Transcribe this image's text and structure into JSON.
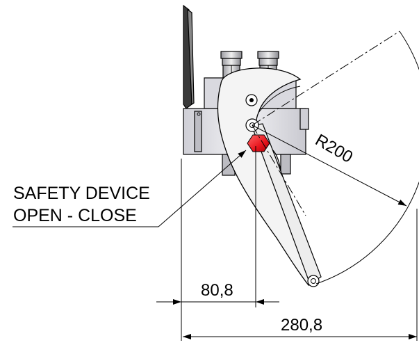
{
  "callout": {
    "line1": "SAFETY DEVICE",
    "line2": "OPEN - CLOSE"
  },
  "dimensions": {
    "radius_label": "R200",
    "short_width": "80,8",
    "total_width": "280,8"
  },
  "colors": {
    "safety_device": "#e8141c",
    "body_fill": "#e6e6e6",
    "hook_fill": "#f4f4f4",
    "line": "#000000"
  }
}
